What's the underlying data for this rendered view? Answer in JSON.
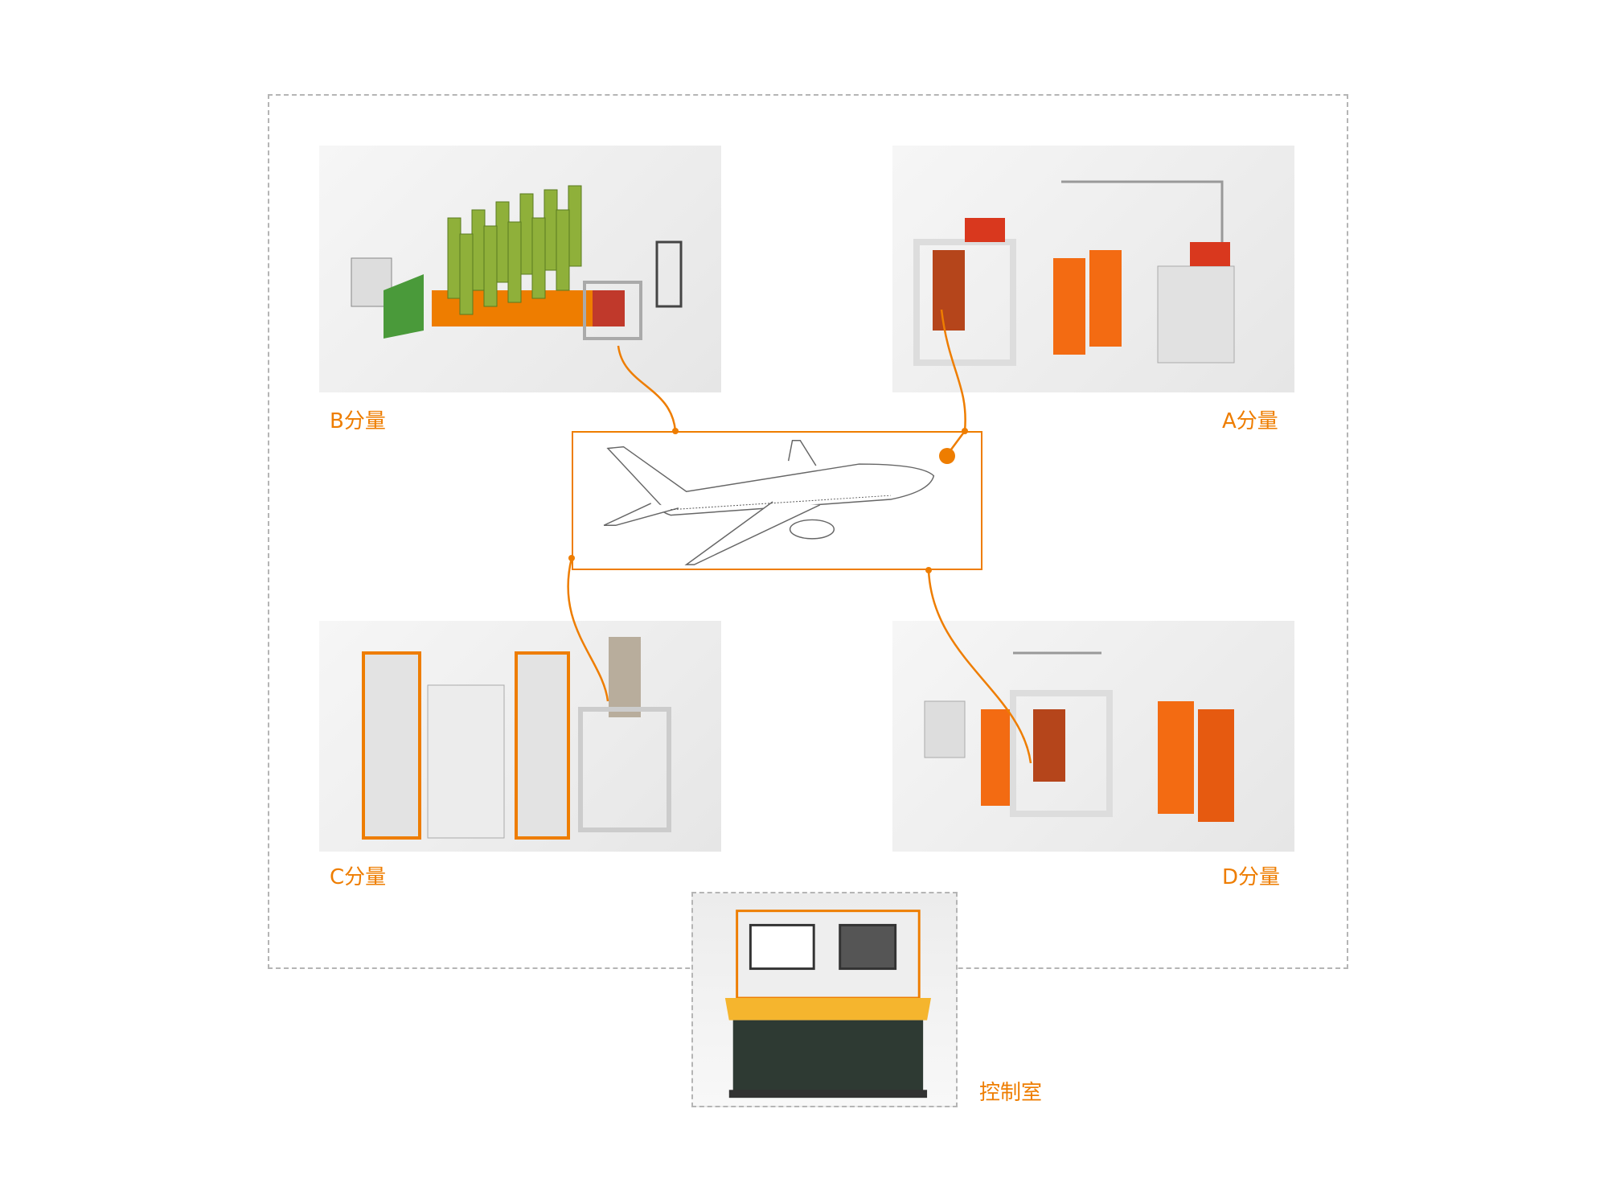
{
  "labels": {
    "b": "B分量",
    "a": "A分量",
    "c": "C分量",
    "d": "D分量",
    "control": "控制室"
  },
  "colors": {
    "accent": "#ee7d00",
    "border": "#b5b5b5"
  }
}
